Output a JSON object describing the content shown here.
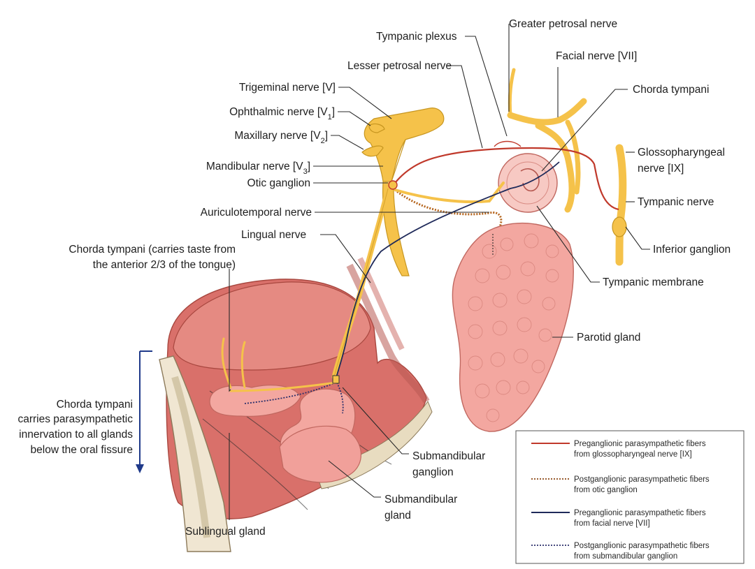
{
  "labels": {
    "tympanic_plexus": "Tympanic plexus",
    "greater_petrosal": "Greater petrosal nerve",
    "facial_nerve": "Facial nerve [VII]",
    "lesser_petrosal": "Lesser petrosal nerve",
    "chorda_tympani_top": "Chorda tympani",
    "trigeminal": "Trigeminal nerve [V]",
    "ophthalmic": "Ophthalmic nerve [V",
    "ophthalmic_sub": "1",
    "maxillary": "Maxillary nerve [V",
    "maxillary_sub": "2",
    "mandibular": "Mandibular nerve [V",
    "mandibular_sub": "3",
    "close_bracket": "]",
    "glossopharyngeal_1": "Glossopharyngeal",
    "glossopharyngeal_2": "nerve [IX]",
    "otic_ganglion": "Otic ganglion",
    "tympanic_nerve": "Tympanic nerve",
    "auriculotemporal": "Auriculotemporal nerve",
    "lingual": "Lingual nerve",
    "inferior_ganglion": "Inferior ganglion",
    "chorda_taste_1": "Chorda tympani (carries taste from",
    "chorda_taste_2": "the anterior 2/3 of the tongue)",
    "tympanic_membrane": "Tympanic membrane",
    "parotid": "Parotid gland",
    "chorda_para_1": "Chorda tympani",
    "chorda_para_2": "carries parasympathetic",
    "chorda_para_3": "innervation to all glands",
    "chorda_para_4": "below the oral fissure",
    "submandibular_ganglion_1": "Submandibular",
    "submandibular_ganglion_2": "ganglion",
    "submandibular_gland_1": "Submandibular",
    "submandibular_gland_2": "gland",
    "sublingual": "Sublingual gland"
  },
  "legend": [
    {
      "line1": "Preganglionic parasympathetic fibers",
      "line2": "from glossopharyngeal nerve [IX]",
      "style": "solid",
      "color": "#c0392b"
    },
    {
      "line1": "Postganglionic parasympathetic fibers",
      "line2": "from otic ganglion",
      "style": "dotted",
      "color": "#8b4513"
    },
    {
      "line1": "Preganglionic parasympathetic fibers",
      "line2": "from facial nerve [VII]",
      "style": "solid",
      "color": "#1f2a5a"
    },
    {
      "line1": "Postganglionic parasympathetic fibers",
      "line2": "from submandibular ganglion",
      "style": "dotted",
      "color": "#2b2f6b"
    }
  ],
  "colors": {
    "nerve": "#f5c24a",
    "gland": "#f3a7a0",
    "muscle": "#d9706a",
    "preganglionic_ix": "#c0392b",
    "preganglionic_vii": "#1f2a5a",
    "arrow": "#1f3a8a"
  }
}
